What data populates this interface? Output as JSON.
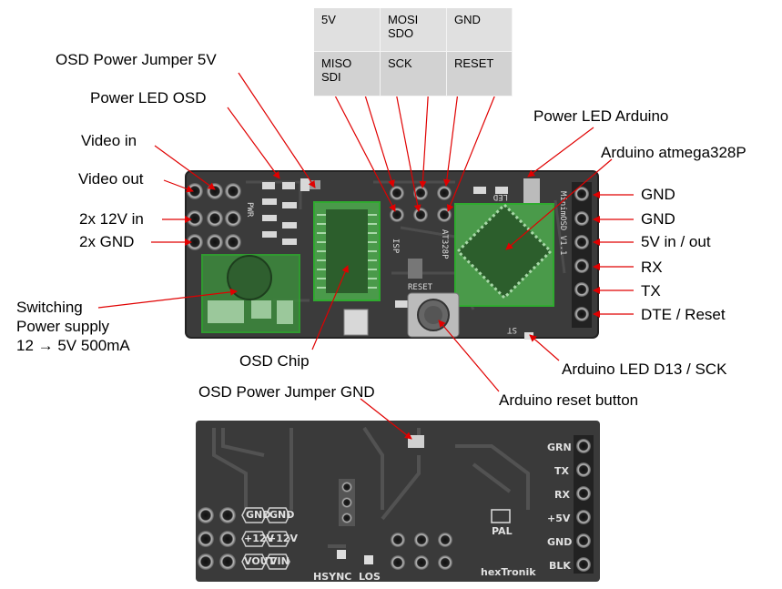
{
  "isp_header": [
    {
      "pin": "5V"
    },
    {
      "pin": "MOSI\nSDO"
    },
    {
      "pin": "GND"
    },
    {
      "pin": "MISO\nSDI"
    },
    {
      "pin": "SCK"
    },
    {
      "pin": "RESET"
    }
  ],
  "labels": {
    "osd_power_jumper_5v": "OSD Power Jumper 5V",
    "power_led_osd": "Power LED OSD",
    "video_in": "Video in",
    "video_out": "Video out",
    "twelve_v_in": "2x 12V in",
    "two_gnd": "2x GND",
    "switching_power_supply": "Switching\nPower supply\n12 → 5V 500mA",
    "osd_chip": "OSD Chip",
    "power_led_arduino": "Power LED Arduino",
    "arduino_atmega": "Arduino atmega328P",
    "gnd_1": "GND",
    "gnd_2": "GND",
    "five_v_in_out": "5V in / out",
    "rx": "RX",
    "tx": "TX",
    "dte_reset": "DTE / Reset",
    "arduino_led": "Arduino LED D13 / SCK",
    "arduino_reset_button": "Arduino reset button",
    "osd_power_jumper_gnd": "OSD Power Jumper GND"
  },
  "board_top_silkscreen": {
    "name": "MinimOSD V1.1",
    "isp": "ISP",
    "mcu": "AT328P",
    "pwr": "PWR",
    "led": "LED",
    "reset": "RESET",
    "st": "ST"
  },
  "board_bottom_silkscreen": {
    "right_pins": [
      "GRN",
      "TX",
      "RX",
      "+5V",
      "GND",
      "BLK"
    ],
    "left_pins": [
      "GND",
      "GND",
      "+12V",
      "+12V",
      "VOUT",
      "VIN"
    ],
    "pal": "PAL",
    "hsync": "HSYNC",
    "los": "LOS",
    "brand": "hexTronik"
  },
  "colors": {
    "annotation_line": "#e00000",
    "highlight": "#2faa2f",
    "pcb": "#3b3b3b"
  }
}
